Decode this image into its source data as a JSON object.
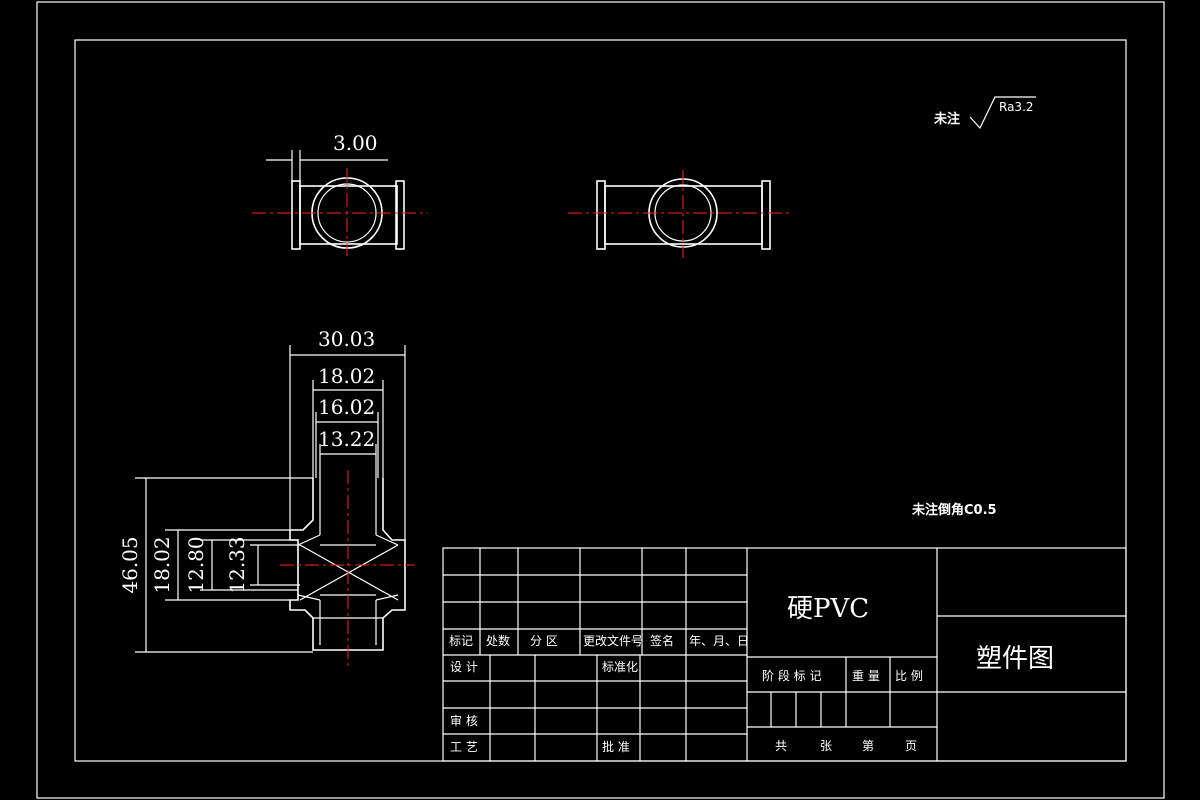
{
  "notes": {
    "roughness_prefix": "未注",
    "roughness_value": "Ra3.2",
    "chamfer_note": "未注倒角C0.5"
  },
  "dimensions": {
    "top_width": "3.00",
    "overall_width": "30.03",
    "w1": "18.02",
    "w2": "16.02",
    "w3": "13.22",
    "height_total": "46.05",
    "h1": "18.02",
    "h2": "12.80",
    "h3": "12.33"
  },
  "title_block": {
    "material": "硬PVC",
    "drawing_title": "塑件图",
    "headers": [
      "标记",
      "处数",
      "分 区",
      "更改文件号",
      "签名",
      "年、月、日"
    ],
    "design": "设 计",
    "standardize": "标准化",
    "review": "审 核",
    "process": "工 艺",
    "approve": "批 准",
    "stage_mark": "阶 段 标 记",
    "weight": "重 量",
    "scale": "比 例",
    "total": "共",
    "sheets": "张",
    "number": "第",
    "page": "页"
  }
}
